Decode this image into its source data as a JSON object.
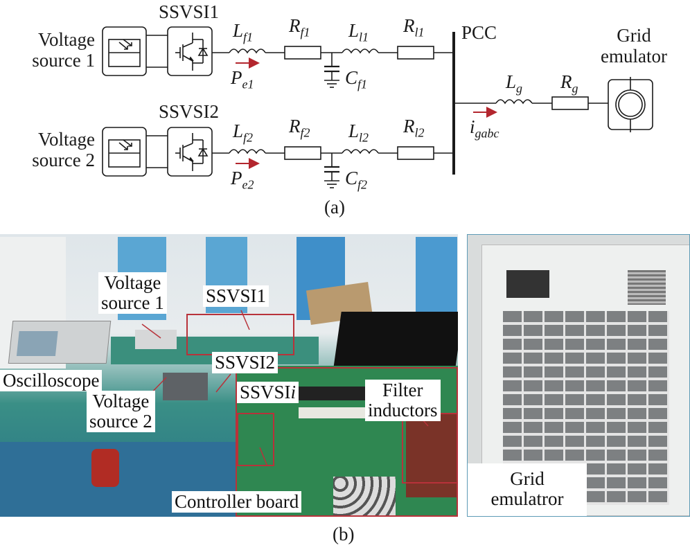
{
  "panel_a": {
    "caption": "(a)",
    "branch1": {
      "source_label_line1": "Voltage",
      "source_label_line2": "source 1",
      "inverter_label": "SSVSI1",
      "Lf": {
        "main": "L",
        "sub": "f1"
      },
      "Rf": {
        "main": "R",
        "sub": "f1"
      },
      "Ll": {
        "main": "L",
        "sub": "l1"
      },
      "Rl": {
        "main": "R",
        "sub": "l1"
      },
      "Cf": {
        "main": "C",
        "sub": "f1"
      },
      "power": {
        "main": "P",
        "sub": "e1"
      }
    },
    "branch2": {
      "source_label_line1": "Voltage",
      "source_label_line2": "source 2",
      "inverter_label": "SSVSI2",
      "Lf": {
        "main": "L",
        "sub": "f2"
      },
      "Rf": {
        "main": "R",
        "sub": "f2"
      },
      "Ll": {
        "main": "L",
        "sub": "l2"
      },
      "Rl": {
        "main": "R",
        "sub": "l2"
      },
      "Cf": {
        "main": "C",
        "sub": "f2"
      },
      "power": {
        "main": "P",
        "sub": "e2"
      }
    },
    "pcc_label": "PCC",
    "grid": {
      "label_line1": "Grid",
      "label_line2": "emulator",
      "Lg": {
        "main": "L",
        "sub": "g"
      },
      "Rg": {
        "main": "R",
        "sub": "g"
      },
      "current": {
        "main": "i",
        "sub": "gabc"
      }
    },
    "colors": {
      "arrow": "#b3262e",
      "line": "#1a1a1a"
    }
  },
  "panel_b": {
    "caption": "(b)",
    "labels": {
      "voltage_source_1": [
        "Voltage",
        "source 1"
      ],
      "ssvsi1": "SSVSI1",
      "ssvsi2": "SSVSI2",
      "oscilloscope": "Oscilloscope",
      "voltage_source_2": [
        "Voltage",
        "source 2"
      ],
      "ssvsii_prefix": "SSVSI",
      "ssvsii_suffix": "i",
      "filter_inductors": [
        "Filter",
        "inductors"
      ],
      "controller_board": "Controller board",
      "grid_emulator": [
        "Grid",
        "emulatror"
      ]
    },
    "colors": {
      "highlight": "#b8323a"
    }
  }
}
